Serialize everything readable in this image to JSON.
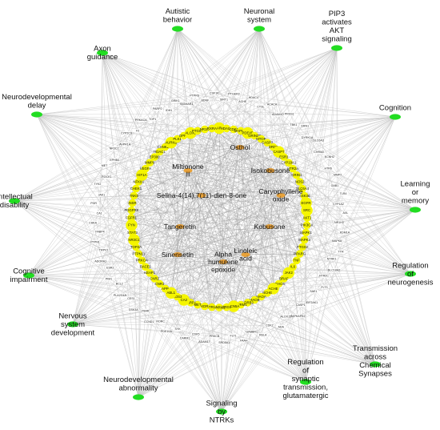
{
  "colors": {
    "pathway_node": "#22dd22",
    "compound_node": "#e8a23a",
    "target_core": "#f5f500",
    "target_outer": "#ffffff",
    "edge": "#c4c4c4",
    "edge_inner": "#9a9a9a"
  },
  "pathways": [
    {
      "id": "autistic-behavior",
      "label": "Autistic behavior"
    },
    {
      "id": "neuronal-system",
      "label": "Neuronal system"
    },
    {
      "id": "pip3-akt",
      "label": "PIP3 activates AKT signaling"
    },
    {
      "id": "cognition",
      "label": "Cognition"
    },
    {
      "id": "learning-memory",
      "label": "Learning or memory"
    },
    {
      "id": "regulation-neurogenesis",
      "label": "Regulation of neurogenesis"
    },
    {
      "id": "chemical-synapses",
      "label": "Transmission across Chemical Synapses"
    },
    {
      "id": "glutamatergic",
      "label": "Regulation of synaptic transmission, glutamatergic"
    },
    {
      "id": "ntrks",
      "label": "Signaling by NTRKs"
    },
    {
      "id": "neurodev-abnormality",
      "label": "Neurodevelopmental abnormality"
    },
    {
      "id": "nervous-system-development",
      "label": "Nervous system development"
    },
    {
      "id": "cognitive-impairment",
      "label": "Cognitive impairment"
    },
    {
      "id": "intellectual-disability",
      "label": "Intellectual disability"
    },
    {
      "id": "neurodev-delay",
      "label": "Neurodevelopmental delay"
    },
    {
      "id": "axon-guidance",
      "label": "Axon guidance"
    }
  ],
  "compounds": [
    {
      "id": "osthol",
      "label": "Osthol"
    },
    {
      "id": "miltionone",
      "label": "Miltionone II"
    },
    {
      "id": "isokobusone",
      "label": "Isokobusone"
    },
    {
      "id": "selina",
      "label": "Selina-4(14),7(11)-dien-8-one"
    },
    {
      "id": "caryophyllene-oxide",
      "label": "Caryophyllene oxide"
    },
    {
      "id": "tangeretin",
      "label": "Tangeretin"
    },
    {
      "id": "kobusone",
      "label": "Kobusone"
    },
    {
      "id": "sinensetin",
      "label": "Sinensetin"
    },
    {
      "id": "linoleic-acid",
      "label": "Linoleic acid"
    },
    {
      "id": "alpha-humulene-epoxide",
      "label": "Alpha humulene epoxide"
    }
  ],
  "core_targets": [
    "AR",
    "HDAC2",
    "CDK1",
    "MAPK14",
    "PDE4D",
    "GRIN2B",
    "MTOR",
    "CASP3",
    "DRD2",
    "CASP7",
    "ESR1",
    "CYP19A1",
    "HTR2A",
    "GRIN1",
    "NOS2",
    "SLC6A4",
    "GSK3B",
    "EGFR",
    "SRC",
    "AKT1",
    "PIK3CA",
    "MAPK1",
    "MAPK3",
    "PTGS2",
    "PPARG",
    "TNF",
    "IL6",
    "JAK2",
    "BRAF",
    "HDAC6",
    "ACHE",
    "BCHE",
    "MAOA",
    "MAOB",
    "ADRB2",
    "OPRM1",
    "SCN5A",
    "DRD3",
    "CHRM1",
    "HTR1A",
    "KDR",
    "MET",
    "PARP1",
    "CA2",
    "NOS3",
    "ABL1",
    "APP",
    "CNR1",
    "CNR2",
    "KEAP1",
    "BACE1",
    "PRKCA",
    "PTPN11",
    "TOP2A",
    "NR3C1",
    "STAT3",
    "FYN",
    "FGFR1",
    "PDGFRB",
    "INSR",
    "TNKS",
    "CHEK1",
    "NFKB1",
    "HIF1A",
    "VEGFA",
    "MMP9",
    "EP300",
    "HDAC1",
    "CSNK2A1",
    "AURKB",
    "PLK1",
    "DPP4",
    "ALOX5",
    "PTGS1",
    "NR1I2",
    "RXRA"
  ],
  "outer_targets": [
    "SIRT1",
    "PTGER2",
    "ACHE",
    "HDAC4",
    "CTSL",
    "ACACA",
    "ADAM10",
    "PRSS1",
    "TBK1",
    "ERN1",
    "DYRK1A",
    "SLC6A3",
    "CHRM2",
    "KCNH2",
    "HTR6",
    "MMP2",
    "GAB1",
    "TLR4",
    "CYP1A2",
    "AXL",
    "NR1H3",
    "KDM1A",
    "MAPK8",
    "TTR",
    "NTRK1",
    "SLC18A2",
    "HTR2C",
    "FLT3",
    "SAE1",
    "EIF2AK1",
    "CASP1",
    "MAPKAPK2",
    "ALOX15",
    "ADA",
    "CDK2",
    "RELA",
    "GABBR1",
    "FAAH",
    "FLT1",
    "SRD5A1",
    "PRKCB",
    "ADAM17",
    "CDK5",
    "CARM1",
    "SYK",
    "PDE10A",
    "RORC",
    "CCND1",
    "LTB4R",
    "GSK3A",
    "CES1",
    "PLA2G4A",
    "BCL2",
    "PIM1",
    "ESR2",
    "ADORA1",
    "TRPV1",
    "PTPN1",
    "FABP4",
    "CHKA",
    "CA1",
    "PGR",
    "JAK1",
    "TYK2",
    "ROCK1",
    "MET",
    "EPHB4",
    "NR3C2",
    "AVPR1A",
    "CYP2C9",
    "F2",
    "PRKACA",
    "TOP1",
    "PARP2",
    "IDH1",
    "GRIK1",
    "SIGMAR1",
    "PTPRS",
    "BDNF",
    "CSF1R"
  ],
  "caption_visible": ""
}
